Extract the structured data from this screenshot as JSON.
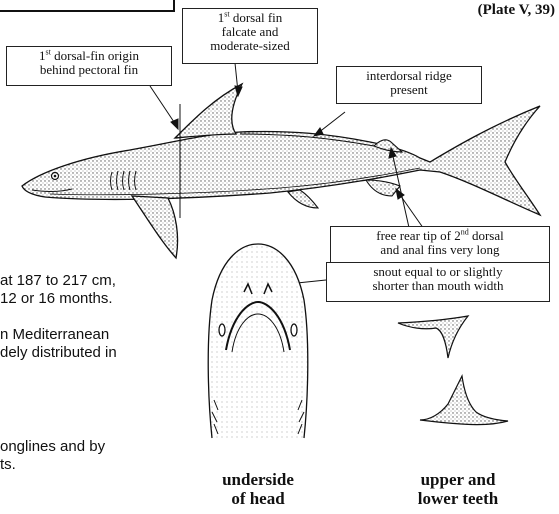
{
  "plate_label": "(Plate V, 39)",
  "callouts": {
    "first_dorsal_shape": {
      "line1_pre": "1",
      "line1_sup": "st",
      "line1_post": " dorsal fin",
      "line2": "falcate and",
      "line3": "moderate-sized"
    },
    "first_dorsal_origin": {
      "line1_pre": "1",
      "line1_sup": "st",
      "line1_post": " dorsal-fin origin",
      "line2": "behind pectoral fin"
    },
    "interdorsal_ridge": {
      "line1": "interdorsal ridge",
      "line2": "present"
    },
    "free_rear_tip": {
      "line1_pre": "free rear tip of 2",
      "line1_sup": "nd",
      "line1_post": " dorsal",
      "line2": "and anal fins very long"
    },
    "snout": {
      "line1": "snout equal to or slightly",
      "line2": "shorter than mouth width"
    }
  },
  "body_text": [
    "at 187 to 217 cm,",
    "12 or 16 months.",
    "n Mediterranean",
    "dely distributed in",
    "onglines and by",
    "ts."
  ],
  "captions": {
    "head": {
      "line1": "underside",
      "line2": "of head"
    },
    "teeth": {
      "line1": "upper and",
      "line2": "lower teeth"
    }
  },
  "colors": {
    "ink": "#111111",
    "stipple": "#555555",
    "background": "#ffffff"
  }
}
